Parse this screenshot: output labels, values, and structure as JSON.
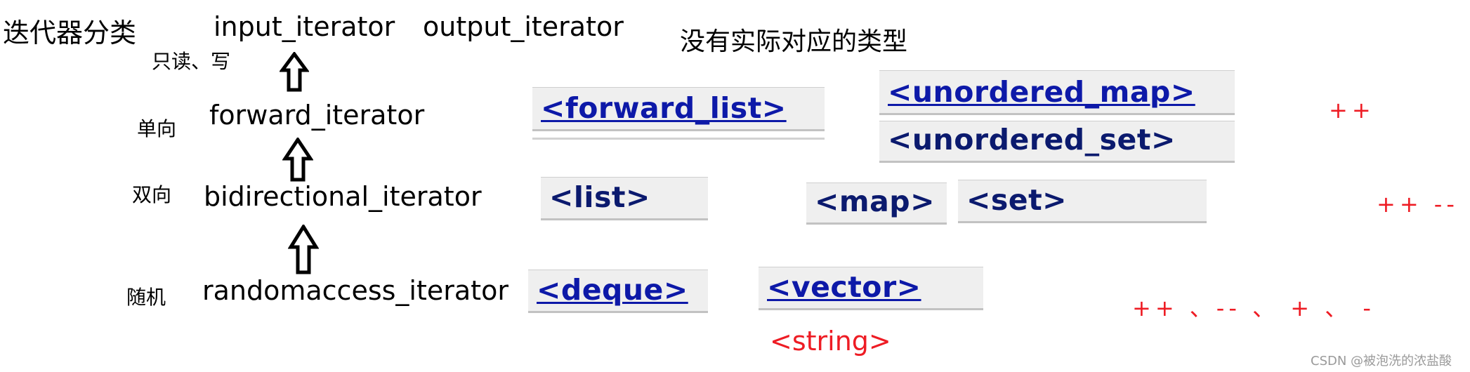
{
  "title": "迭代器分类",
  "categories": {
    "input": "input_iterator",
    "output": "output_iterator",
    "forward": "forward_iterator",
    "bidirectional": "bidirectional_iterator",
    "random": "randomaccess_iterator"
  },
  "labels": {
    "readwrite": "只读、写",
    "single": "单向",
    "double": "双向",
    "random": "随机"
  },
  "note": "没有实际对应的类型",
  "containers": {
    "forward_list": "<forward_list>",
    "unordered_map": "<unordered_map>",
    "unordered_set": "<unordered_set>",
    "list": "<list>",
    "map": "<map>",
    "set": "<set>",
    "deque": "<deque>",
    "vector": "<vector>",
    "string": "<string>"
  },
  "ops": {
    "forward": "++",
    "bidirectional": "++ --",
    "random": "++ 、-- 、 + 、 -"
  },
  "watermark": "CSDN @被泡洗的浓盐酸",
  "colors": {
    "ops": "#ee1c24",
    "link": "#0d19a8",
    "box": "#efefef"
  }
}
